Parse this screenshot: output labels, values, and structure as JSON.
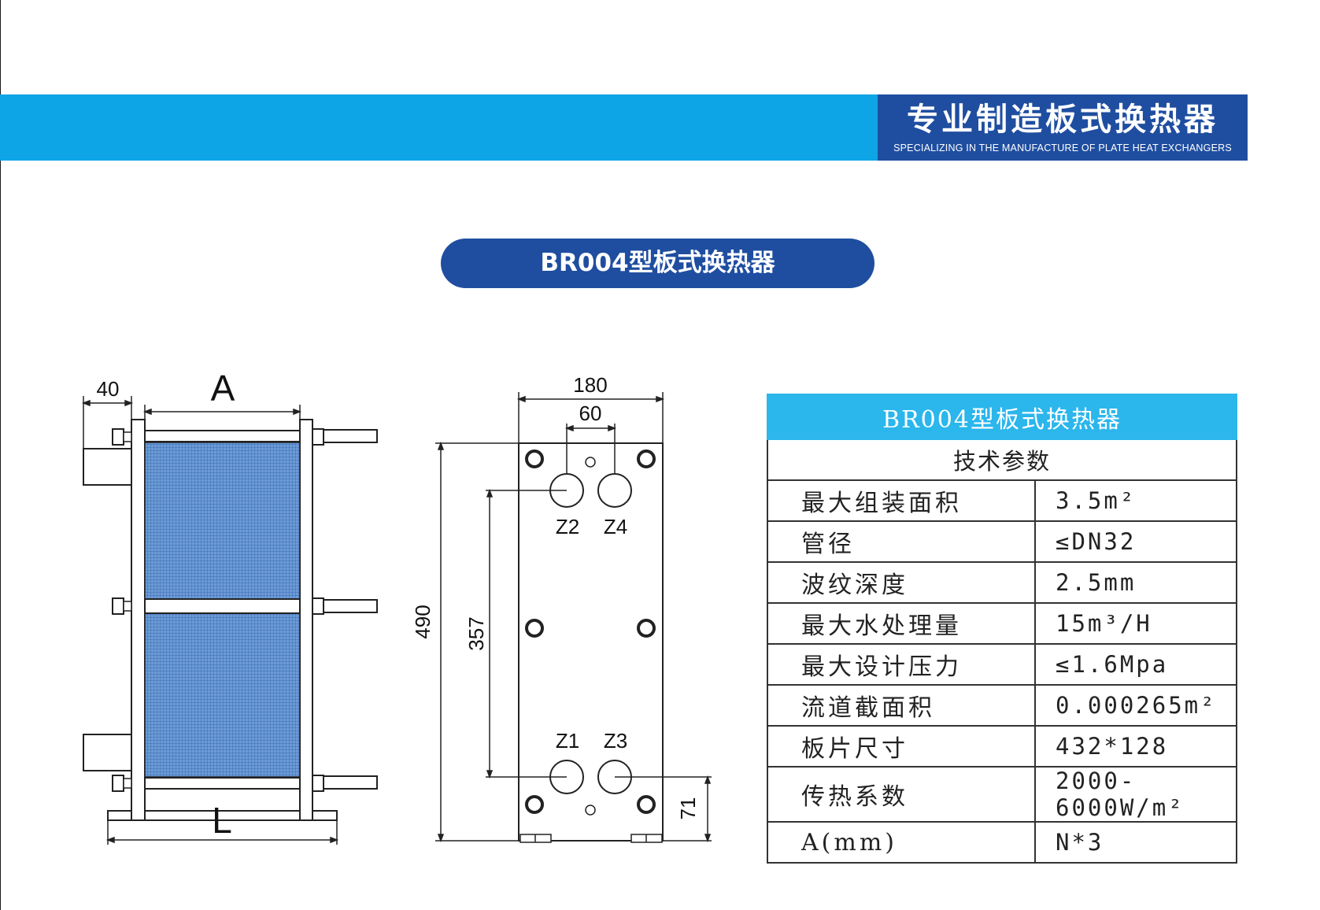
{
  "banner": {
    "title": "专业制造板式换热器",
    "subtitle": "SPECIALIZING IN THE MANUFACTURE OF PLATE HEAT EXCHANGERS",
    "bar_color": "#0ea5e6",
    "brand_color": "#1f4ea0"
  },
  "product_title": "BR004型板式换热器",
  "side_view": {
    "dim_40": "40",
    "dim_A": "A",
    "dim_L": "L"
  },
  "front_view": {
    "dim_180": "180",
    "dim_60": "60",
    "dim_490": "490",
    "dim_357": "357",
    "dim_71": "71",
    "ports": [
      "Z2",
      "Z4",
      "Z1",
      "Z3"
    ]
  },
  "spec_table": {
    "title": "BR004型板式换热器",
    "subtitle": "技术参数",
    "header_color": "#2bb6ec",
    "rows": [
      {
        "label": "最大组装面积",
        "value": "3.5m²"
      },
      {
        "label": "管径",
        "value": "≤DN32"
      },
      {
        "label": "波纹深度",
        "value": "2.5mm"
      },
      {
        "label": "最大水处理量",
        "value": "15m³/H"
      },
      {
        "label": "最大设计压力",
        "value": "≤1.6Mpa"
      },
      {
        "label": "流道截面积",
        "value": "0.000265m²"
      },
      {
        "label": "板片尺寸",
        "value": "432*128"
      },
      {
        "label": "传热系数",
        "value": "2000-6000W/m²"
      },
      {
        "label": "A(mm)",
        "value": "N*3"
      }
    ]
  }
}
